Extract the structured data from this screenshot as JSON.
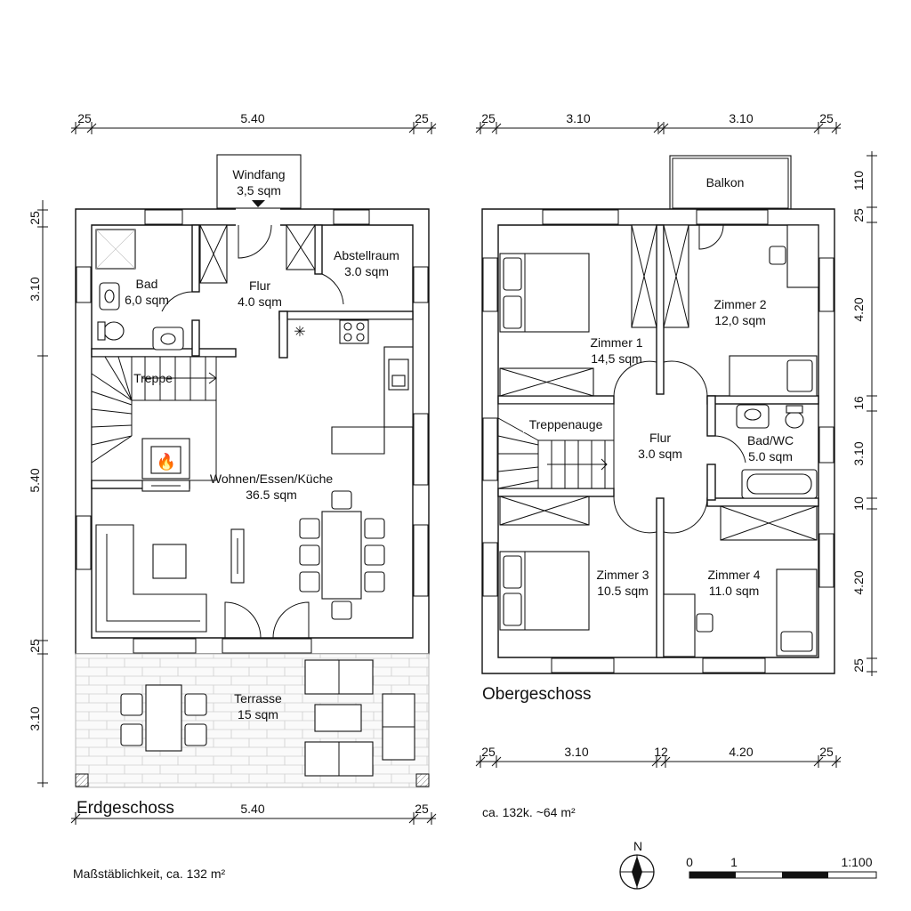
{
  "ground_floor": {
    "title": "Erdgeschoss",
    "dims_top": [
      "25",
      "5.40",
      "25"
    ],
    "dims_bottom": [
      "5.40",
      "25"
    ],
    "dims_left": [
      "25",
      "3.10",
      "5.40",
      "25",
      "3.10"
    ],
    "rooms": {
      "windfang": {
        "name": "Windfang",
        "area": "3,5 sqm"
      },
      "bad": {
        "name": "Bad",
        "area": "6,0 sqm"
      },
      "flur": {
        "name": "Flur",
        "area": "4.0 sqm"
      },
      "abstellraum": {
        "name": "Abstellraum",
        "area": "3.0 sqm"
      },
      "treppe": {
        "name": "Treppe"
      },
      "wohnen": {
        "name": "Wohnen/Essen/Küche",
        "area": "36.5 sqm"
      },
      "terrasse": {
        "name": "Terrasse",
        "area": "15 sqm"
      }
    }
  },
  "upper_floor": {
    "title": "Obergeschoss",
    "dims_top": [
      "25",
      "3.10",
      "3.10",
      "25"
    ],
    "dims_bottom": [
      "25",
      "3.10",
      "12",
      "4.20",
      "25"
    ],
    "dims_right": [
      "110",
      "25",
      "4.20",
      "16",
      "3.10",
      "10",
      "4.20",
      "25"
    ],
    "area_note": "ca. 132k. ~64 m²",
    "rooms": {
      "balkon": {
        "name": "Balkon"
      },
      "zimmer1": {
        "name": "Zimmer 1",
        "area": "14,5 sqm"
      },
      "zimmer2": {
        "name": "Zimmer 2",
        "area": "12,0 sqm"
      },
      "treppenauge": {
        "name": "Treppenauge"
      },
      "flur": {
        "name": "Flur",
        "area": "3.0 sqm"
      },
      "badwc": {
        "name": "Bad/WC",
        "area": "5.0 sqm"
      },
      "zimmer3": {
        "name": "Zimmer 3",
        "area": "10.5 sqm"
      },
      "zimmer4": {
        "name": "Zimmer 4",
        "area": "11.0 sqm"
      }
    }
  },
  "footer": {
    "note": "Maßstäblichkeit, ca. 132 m²",
    "north": "N",
    "scale_labels": [
      "0",
      "1",
      "1:100"
    ]
  },
  "icons": [
    "north-arrow-icon",
    "fireplace-icon",
    "stove-icon",
    "toilet-icon",
    "sink-icon",
    "bathtub-icon",
    "shower-icon",
    "bed-icon"
  ]
}
